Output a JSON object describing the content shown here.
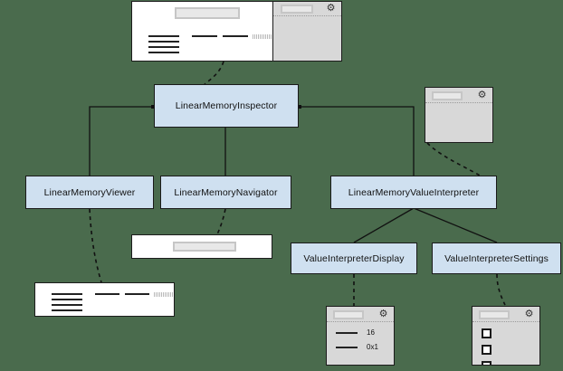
{
  "diagram": {
    "background_color": "#4a6b4d",
    "box_fill_color": "#cfe0f0",
    "box_border_color": "#1a1a1a",
    "nodes": [
      {
        "id": "inspector",
        "label": "LinearMemoryInspector"
      },
      {
        "id": "viewer",
        "label": "LinearMemoryViewer"
      },
      {
        "id": "navigator",
        "label": "LinearMemoryNavigator"
      },
      {
        "id": "interpreter",
        "label": "LinearMemoryValueInterpreter"
      },
      {
        "id": "display",
        "label": "ValueInterpreterDisplay"
      },
      {
        "id": "settings",
        "label": "ValueInterpreterSettings"
      }
    ],
    "screenshots": {
      "inspector_full": {
        "name": "inspector-screenshot",
        "icons": [
          "gear-icon"
        ]
      },
      "interpreter_panel": {
        "name": "interpreter-screenshot",
        "icons": [
          "gear-icon"
        ]
      },
      "navigator_bar": {
        "name": "navigator-screenshot"
      },
      "viewer_rows": {
        "name": "viewer-screenshot"
      },
      "display_panel": {
        "name": "display-screenshot",
        "icons": [
          "gear-icon"
        ],
        "values": [
          "16",
          "0x1"
        ]
      },
      "settings_panel": {
        "name": "settings-screenshot",
        "icons": [
          "gear-icon"
        ],
        "checkbox_count": 3
      }
    },
    "glyphs": {
      "gear": "⚙"
    }
  }
}
